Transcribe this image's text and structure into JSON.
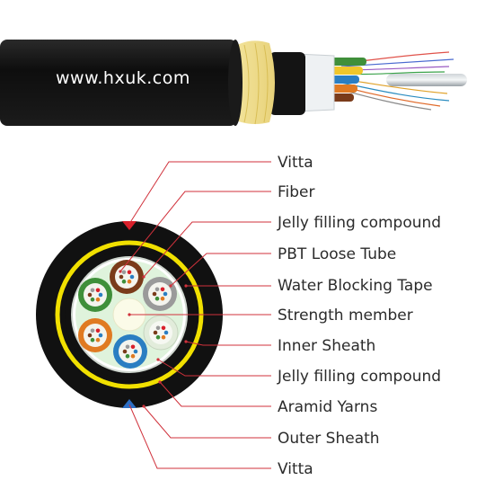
{
  "watermark": "www.hxuk.com",
  "labels": [
    "Vitta",
    "Fiber",
    "Jelly filling compound",
    "PBT Loose Tube",
    "Water Blocking Tape",
    "Strength member",
    "Inner Sheath",
    "Jelly filling compound",
    "Aramid Yarns",
    "Outer Sheath",
    "Vitta"
  ],
  "colors": {
    "sheath": "#111111",
    "aramid": "#f1e000",
    "leader": "#d0313b",
    "vitta_top": "#d9202b",
    "vitta_bottom": "#2d6fc4",
    "jelly": "#dff3dc"
  },
  "tubes": [
    {
      "name": "brown-tube",
      "color": "#7a3b1a"
    },
    {
      "name": "gray-tube",
      "color": "#9a9a9a"
    },
    {
      "name": "white-tube",
      "color": "#e9efe4"
    },
    {
      "name": "blue-tube",
      "color": "#2a7ec2"
    },
    {
      "name": "orange-tube",
      "color": "#e07a22"
    },
    {
      "name": "green-tube",
      "color": "#3f8f3a"
    }
  ]
}
